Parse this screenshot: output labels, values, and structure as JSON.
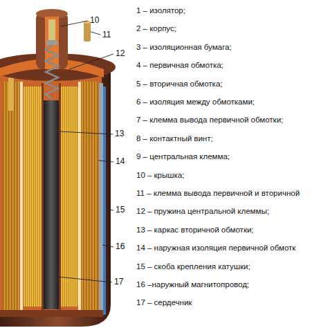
{
  "diagram": {
    "labels": [
      "10",
      "11",
      "12",
      "13",
      "14",
      "15",
      "16",
      "17",
      "1 – изолятор;",
      "2 – корпус;",
      "3 – изоляционная бумага;",
      "4 – первичная обмотка;",
      "5 – вторичная обмотка;",
      "6 – изоляция между обмотками;",
      "7 – клемма вывода первичной обмотки;",
      "8 – контактный винт;",
      "9 – центральная клемма;",
      "10 – крышка;",
      "11 – клемма вывода первичной и вторичной",
      "12 – пружина центральной клеммы;",
      "13 – каркас вторичной обмотки;",
      "14 – наружная изоляция первичной обмотк",
      "15 – скоба крепления катушки;",
      "16 –наружный магнитопровод;",
      "17 – сердечник"
    ]
  }
}
